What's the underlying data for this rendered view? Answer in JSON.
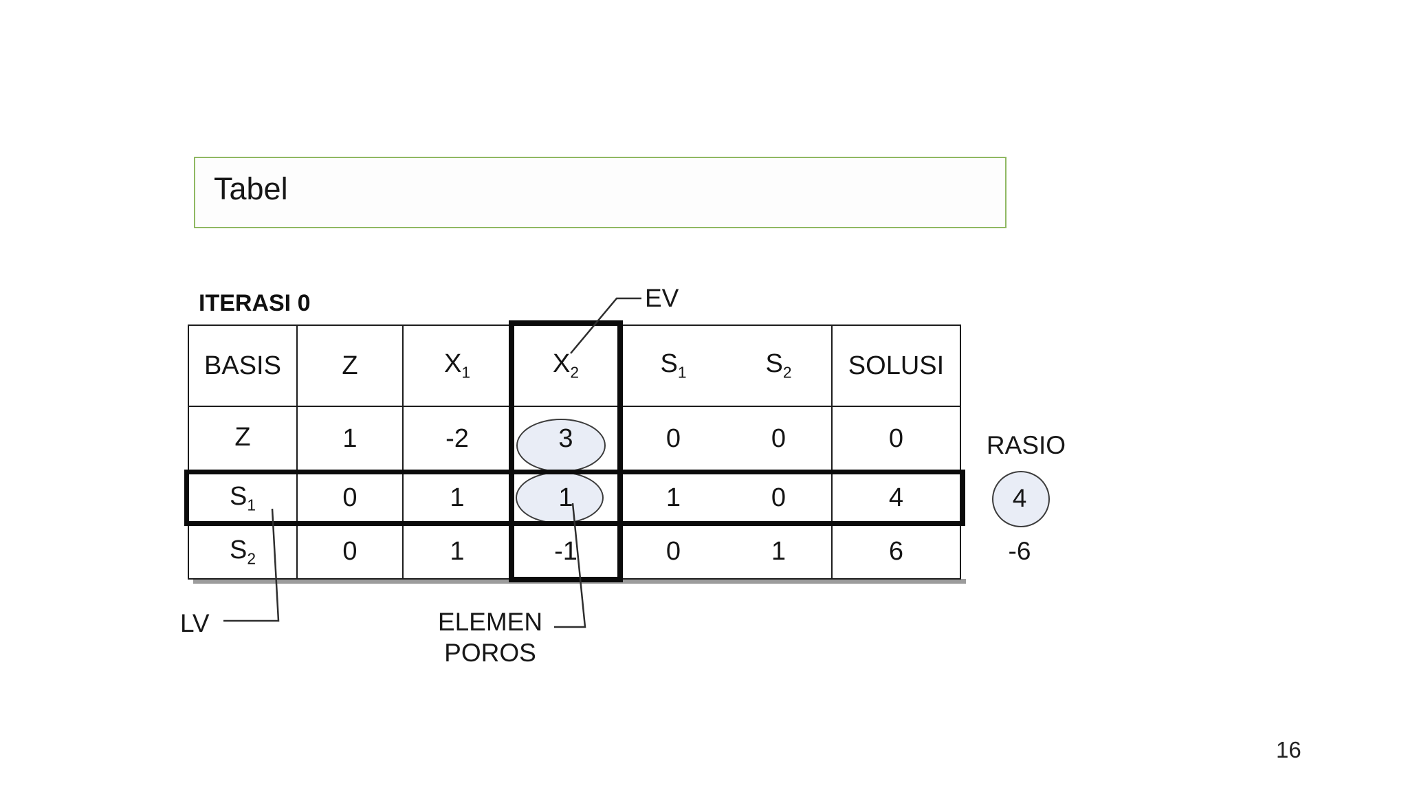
{
  "slide": {
    "title": "Tabel",
    "iteration_label": "ITERASI 0",
    "page_number": "16"
  },
  "table": {
    "header": {
      "basis": "BASIS",
      "z": "Z",
      "x1_base": "X",
      "x1_sub": "1",
      "x2_base": "X",
      "x2_sub": "2",
      "s1_base": "S",
      "s1_sub": "1",
      "s2_base": "S",
      "s2_sub": "2",
      "solusi": "SOLUSI"
    },
    "rows": [
      {
        "basis_base": "Z",
        "basis_sub": "",
        "z": "1",
        "x1": "-2",
        "x2": "3",
        "s1": "0",
        "s2": "0",
        "solusi": "0"
      },
      {
        "basis_base": "S",
        "basis_sub": "1",
        "z": "0",
        "x1": "1",
        "x2": "1",
        "s1": "1",
        "s2": "0",
        "solusi": "4"
      },
      {
        "basis_base": "S",
        "basis_sub": "2",
        "z": "0",
        "x1": "1",
        "x2": "-1",
        "s1": "0",
        "s2": "1",
        "solusi": "6"
      }
    ]
  },
  "annotations": {
    "ev": "EV",
    "lv": "LV",
    "pivot_line1": "ELEMEN",
    "pivot_line2": "POROS",
    "rasio_title": "RASIO",
    "rasio_row1": "4",
    "rasio_row2": "-6"
  },
  "colors": {
    "title-border": "#8fb863",
    "table-line": "#1c1c1c",
    "highlight-line": "#0b0b0b",
    "ellipse-fill": "#e9edf6",
    "ellipse-stroke": "#3c3c3c",
    "shadow": "#9c9c9c",
    "text": "#1c1c1c"
  }
}
